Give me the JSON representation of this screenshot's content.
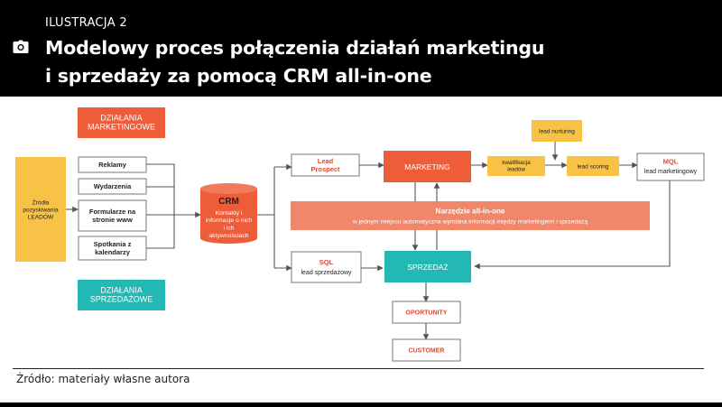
{
  "header": {
    "label": "ILUSTRACJA 2",
    "icon": "camera-icon",
    "title_line1": "Modelowy proces połączenia działań marketingu",
    "title_line2": "i sprzedaży za pomocą CRM all-in-one"
  },
  "diagram": {
    "marketing_activities": "DZIAŁANIA\nMARKETINGOWE",
    "sales_activities": "DZIAŁANIA\nSPRZEDAŻOWE",
    "lead_sources": "Źródła\npozyskiwania\nLEADÓW",
    "sources": [
      "Reklamy",
      "Wydarzenia",
      "Formularze na\nstronie www",
      "Spotkania z\nkalendarzy"
    ],
    "crm_title": "CRM",
    "crm_text": "Kontakty i\ninformacje o nich\ni ich\naktywnościach",
    "lead_prospect": "Lead\nProspect",
    "sql_title": "SQL",
    "sql_text": "lead sprzedażowy",
    "marketing": "MARKETING",
    "sales": "SPRZEDAŻ",
    "tool_title": "Narzędzie all-in-one",
    "tool_text": "w jednym miejscu automatyczna wymiana informacji między marketingiem i sprzedażą",
    "lead_nurturing": "lead nurturing",
    "qualification": "kwalifikacja\nleadów",
    "lead_scoring": "lead scoring",
    "mql_title": "MQL",
    "mql_text": "lead marketingowy",
    "opportunity": "OPORTUNITY",
    "customer": "CUSTOMER"
  },
  "source_note": "Źródło: materiały własne autora",
  "colors": {
    "orange_red": "#ee5d3a",
    "salmon": "#f0876a",
    "yellow": "#f7c245",
    "teal": "#23b8b4",
    "red_text": "#e2472b"
  }
}
